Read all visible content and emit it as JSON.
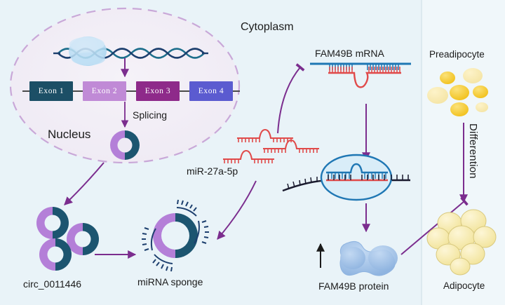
{
  "figure": {
    "background_color": "#e9f3f8",
    "right_panel_color": "#f0f7fa",
    "arrow_color": "#7b2d8e",
    "title": ""
  },
  "compartments": {
    "nucleus_label": "Nucleus",
    "cytoplasm_label": "Cytoplasm"
  },
  "gene": {
    "exons": [
      {
        "label": "Exon 1",
        "color": "#1c4f66"
      },
      {
        "label": "Exon 2",
        "color": "#c08ad6"
      },
      {
        "label": "Exon 3",
        "color": "#8e2a8a"
      },
      {
        "label": "Exon 4",
        "color": "#5b5bd0"
      }
    ],
    "splicing_label": "Splicing"
  },
  "molecules": {
    "circrna_label": "circ_0011446",
    "sponge_label": "miRNA sponge",
    "mirna_label": "miR-27a-5p",
    "mrna_label": "FAM49B mRNA",
    "protein_label": "FAM49B protein",
    "circ_colors": {
      "light": "#b47fd8",
      "dark": "#1c5570"
    },
    "mirna_color": "#e04a4a",
    "mrna_color": "#1f77b4",
    "protein_color": "#9dc0e8"
  },
  "adipo": {
    "preadipocyte_label": "Preadipocyte",
    "adipocyte_label": "Adipocyte",
    "differentiation_label": "Differention",
    "preadipocyte_color": "#f5c431",
    "adipocyte_color": "#f6e9b4"
  }
}
